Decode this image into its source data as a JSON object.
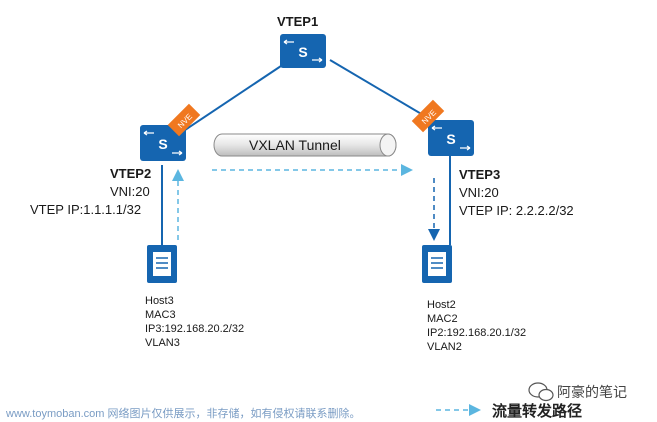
{
  "vtep1": {
    "name": "VTEP1"
  },
  "vtep2": {
    "name": "VTEP2",
    "vni": "VNI:20",
    "ip": "VTEP IP:1.1.1.1/32",
    "nve": "NVE"
  },
  "vtep3": {
    "name": "VTEP3",
    "vni": "VNI:20",
    "ip": "VTEP IP: 2.2.2.2/32",
    "nve": "NVE"
  },
  "tunnel": {
    "label": "VXLAN Tunnel"
  },
  "host3": {
    "lines": [
      "Host3",
      "MAC3",
      "IP3:192.168.20.2/32",
      "VLAN3"
    ]
  },
  "host2": {
    "lines": [
      "Host2",
      "MAC2",
      "IP2:192.168.20.1/32",
      "VLAN2"
    ]
  },
  "legend": {
    "label": "流量转发路径"
  },
  "watermark": {
    "text": "www.toymoban.com 网络图片仅供展示，非存储，如有侵权请联系删除。",
    "account": "阿豪的笔记"
  },
  "colors": {
    "switch": "#1565b0",
    "nve": "#f07820",
    "link": "#1565b0",
    "flow": "#5bb6e0"
  }
}
